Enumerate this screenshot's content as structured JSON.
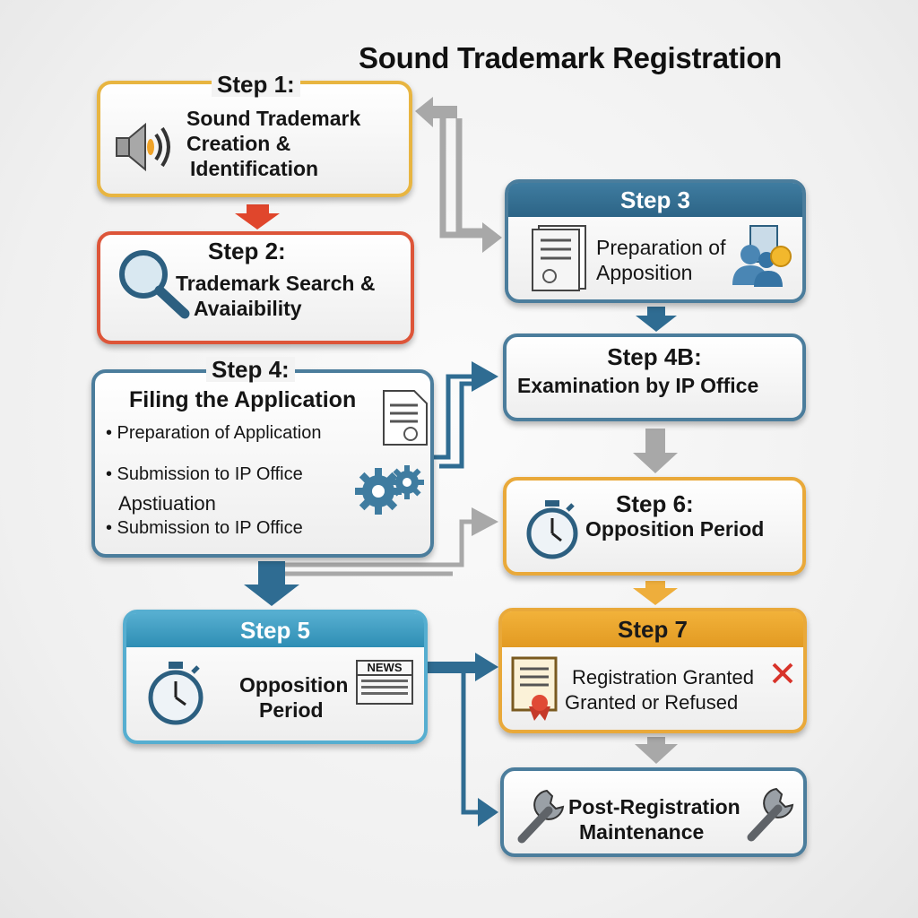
{
  "title": "Sound Trademark Registration",
  "step1": {
    "label": "Step 1:",
    "line1": "Sound Trademark",
    "line2": "Creation &",
    "line3": "Identification"
  },
  "step2": {
    "label": "Step 2:",
    "line1": "Trademark Search &",
    "line2": "Avaiaibility"
  },
  "step3": {
    "label": "Step 3",
    "line1": "Preparation of",
    "line2": "Apposition"
  },
  "step4": {
    "label": "Step 4:",
    "subtitle": "Filing the Application",
    "bullet1": "• Preparation of Application",
    "bullet2": "• Submission to IP Office",
    "extra": "Apstiuation",
    "bullet3": "• Submission to IP Office"
  },
  "step4b": {
    "label": "Step 4B:",
    "line1": "Examination by IP Office"
  },
  "step5": {
    "label": "Step 5",
    "line1": "Opposition",
    "line2": "Period",
    "news": "NEWS"
  },
  "step6": {
    "label": "Step 6:",
    "line1": "Opposition Period"
  },
  "step7": {
    "label": "Step 7",
    "line1": "Registration Granted",
    "line2": "Granted or Refused"
  },
  "step8": {
    "line1": "Post-Registration",
    "line2": "Maintenance"
  },
  "colors": {
    "gold": "#e8b541",
    "red": "#dd5539",
    "blue": "#4b7d9c",
    "cyan": "#3a9cc2",
    "orange": "#e9a93a",
    "arrow_gray": "#a8a8a8"
  }
}
